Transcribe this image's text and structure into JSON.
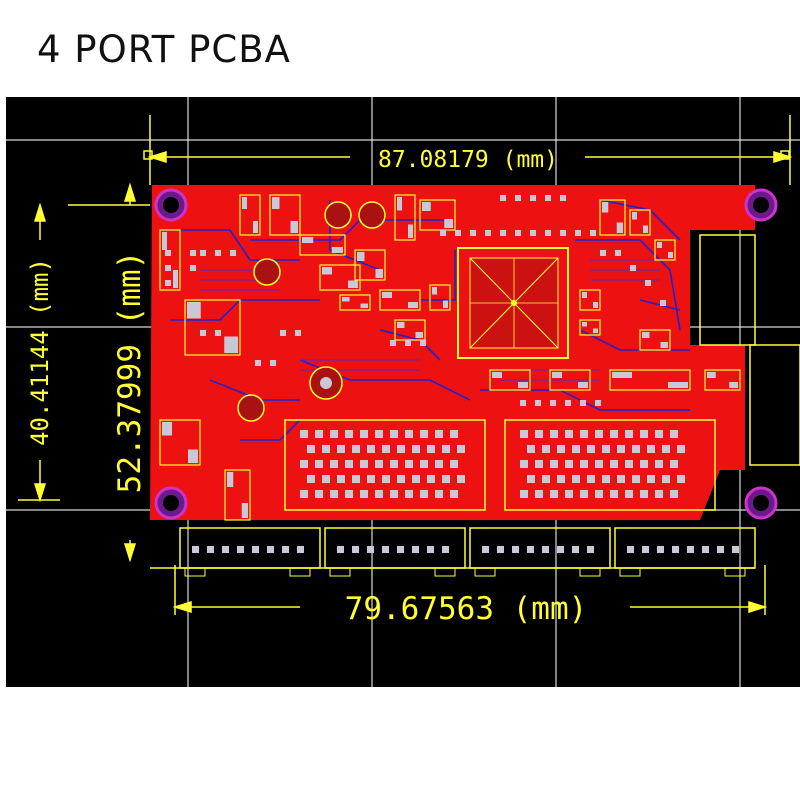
{
  "title": "4 PORT PCBA",
  "dimensions": {
    "top_width": "87.08179 (mm)",
    "bottom_width": "79.67563 (mm)",
    "left_outer_height": "40.41144 (mm)",
    "left_inner_height": "52.37999 (mm)"
  },
  "colors": {
    "background": "#000000",
    "board": "#ee1111",
    "trace_blue": "#2222cc",
    "silkscreen": "#ffff33",
    "pad": "#c8c8d8",
    "grid": "#d8d8d8",
    "via_ring": "#cc33cc"
  },
  "icons": {
    "mount_hole": "mount-hole-icon",
    "chip": "chip-icon",
    "rj45": "rj45-port-icon"
  }
}
